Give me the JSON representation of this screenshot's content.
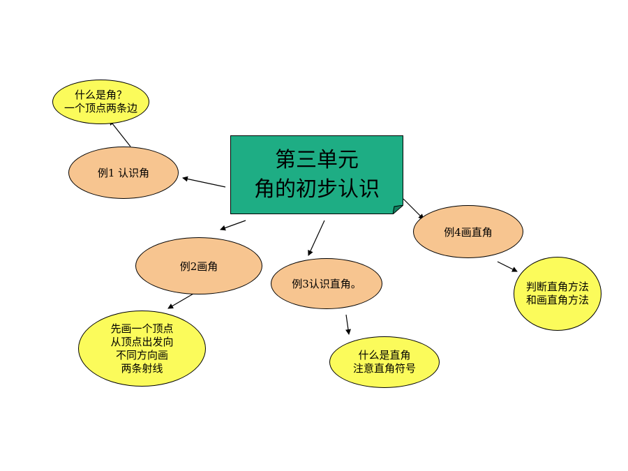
{
  "center": {
    "line1": "第三单元",
    "line2": "角的初步认识"
  },
  "nodes": {
    "what_is_angle": "什么是角？\n一个顶点两条边",
    "example1": "例1 认识角",
    "example2": "例2画角",
    "example3": "例3认识直角。",
    "example4": "例4画直角",
    "how_to_draw": "先画一个顶点\n从顶点出发向\n不同方向画\n两条射线",
    "right_angle": "什么是直角\n注意直角符号",
    "judge": "判断直角方法\n和画直角方法"
  },
  "colors": {
    "center": "#1ead84",
    "example": "#f7c590",
    "note": "#fbfb5b"
  }
}
